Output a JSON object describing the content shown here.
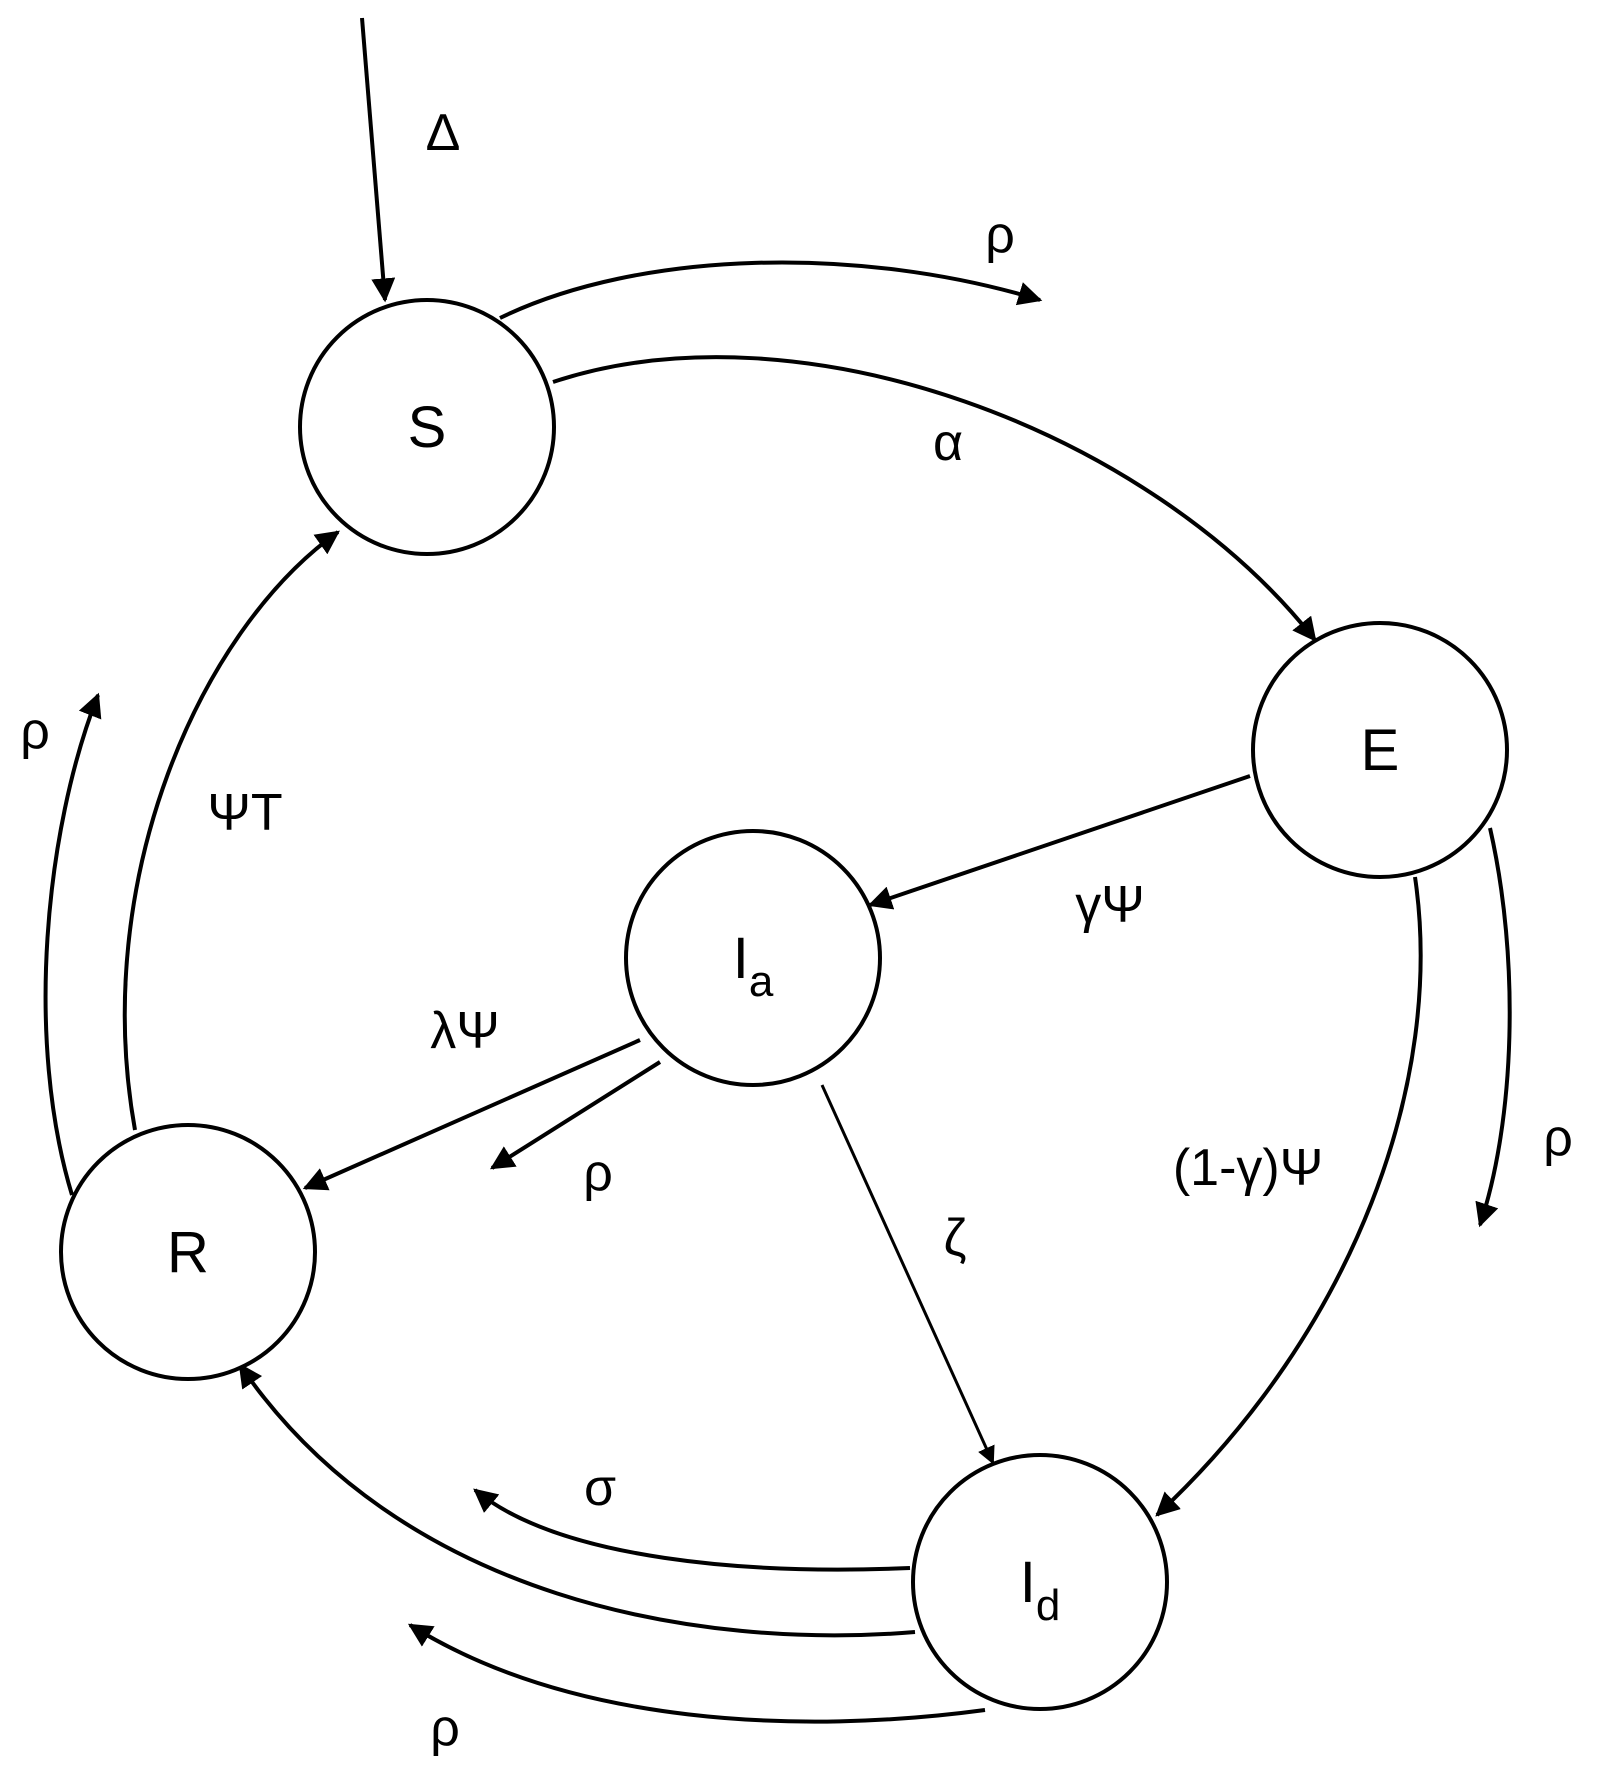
{
  "nodes": {
    "s": "S",
    "e": "E",
    "ia": {
      "base": "I",
      "sub": "a"
    },
    "id": {
      "base": "I",
      "sub": "d"
    },
    "r": "R"
  },
  "labels": {
    "recruitment": "Δ",
    "s_exit": "ρ",
    "s_to_e": "α",
    "e_to_ia": "γΨ",
    "e_to_id": "(1-γ)Ψ",
    "e_exit": "ρ",
    "ia_to_r": "λΨ",
    "ia_exit": "ρ",
    "ia_to_id": "ζ",
    "id_to_r": "σ",
    "id_exit": "ρ",
    "r_to_s": "ΨT",
    "r_exit": "ρ"
  }
}
